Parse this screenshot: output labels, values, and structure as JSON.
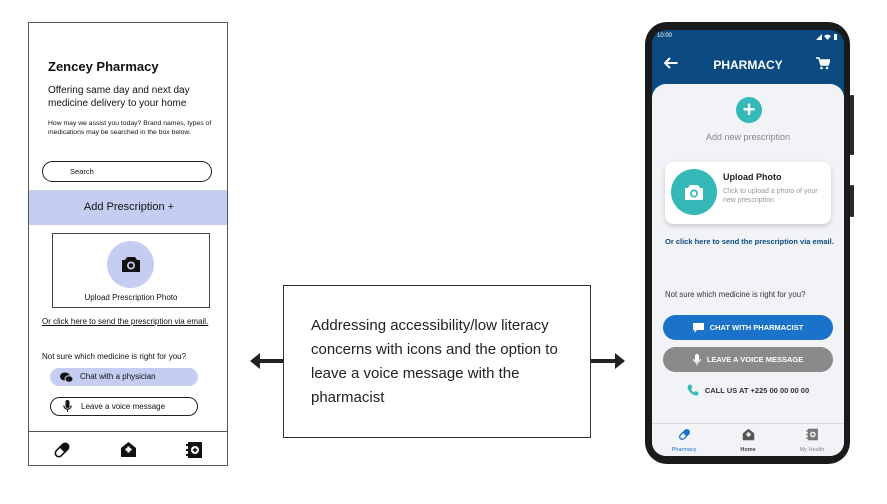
{
  "wireframe": {
    "title": "Zencey Pharmacy",
    "subtitle": "Offering same day and next day medicine delivery to your home",
    "help_text": "How may we assist you today? Brand names, types of medications may be searched in the box below.",
    "search_placeholder": "Search",
    "add_prescription": "Add Prescription +",
    "upload_label": "Upload Prescription Photo",
    "email_link": "Or click here to send the prescription via email.",
    "not_sure": "Not sure which medicine is right for you?",
    "chat_button": "Chat with a physician",
    "voice_button": "Leave a voice message",
    "nav_icons": [
      "pill-icon",
      "home-icon",
      "health-record-icon"
    ]
  },
  "note": {
    "text": "Addressing accessibility/low literacy concerns with icons and the option to leave a voice message with the pharmacist"
  },
  "phone": {
    "status_time": "10:00",
    "title": "PHARMACY",
    "add_label": "Add new prescription",
    "upload_title": "Upload Photo",
    "upload_desc": "Click to upload a photo of your new prescription",
    "email_link": "Or click here to send the prescription via email.",
    "not_sure": "Not sure which medicine is right for you?",
    "chat_button": "CHAT WITH PHARMACIST",
    "voice_button": "LEAVE A VOICE MESSAGE",
    "call_label": "CALL US AT  +225 00 00 00 00",
    "nav": [
      {
        "label": "Pharmacy",
        "icon": "pill-icon"
      },
      {
        "label": "Home",
        "icon": "home-icon"
      },
      {
        "label": "My Health",
        "icon": "health-record-icon"
      }
    ],
    "colors": {
      "primary": "#0b4a80",
      "teal": "#34b8b8",
      "chat_blue": "#1a73c8",
      "voice_gray": "#8a8a8a"
    }
  }
}
